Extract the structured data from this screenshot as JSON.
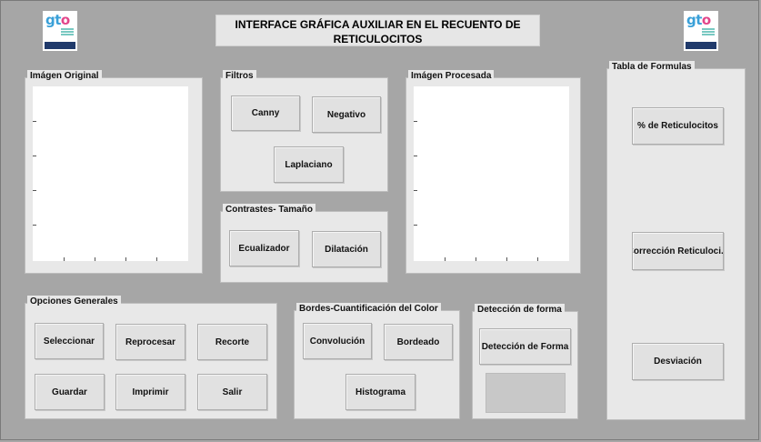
{
  "header": {
    "title_line1": "INTERFACE GRÁFICA  AUXILIAR EN EL RECUENTO DE",
    "title_line2": "RETICULOCITOS"
  },
  "logo": {
    "text_g": "gt",
    "text_o": "o"
  },
  "panels": {
    "original": "Imágen Original",
    "filtros": "Filtros",
    "procesada": "Imágen Procesada",
    "tabla": "Tabla de Formulas",
    "contrastes": "Contrastes- Tamaño",
    "opciones": "Opciones Generales",
    "bordes": "Bordes-Cuantificación del Color",
    "deteccion": "Detección de forma"
  },
  "buttons": {
    "canny": "Canny",
    "negativo": "Negativo",
    "laplaciano": "Laplaciano",
    "ecualizador": "Ecualizador",
    "dilatacion": "Dilatación",
    "seleccionar": "Seleccionar",
    "reprocesar": "Reprocesar",
    "recorte": "Recorte",
    "guardar": "Guardar",
    "imprimir": "Imprimir",
    "salir": "Salir",
    "convolucion": "Convolución",
    "bordeado": "Bordeado",
    "histograma": "Histograma",
    "deteccion_forma": "Detección de  Forma",
    "pct_reticulocitos": "% de Reticulocitos",
    "correccion": "Corrección Reticuloci...",
    "desviacion": "Desviación"
  },
  "colors": {
    "background": "#a6a6a6",
    "panel": "#e8e8e8",
    "button": "#e1e1e1",
    "logo_blue": "#3aa0d8",
    "logo_pink": "#e2468a"
  }
}
